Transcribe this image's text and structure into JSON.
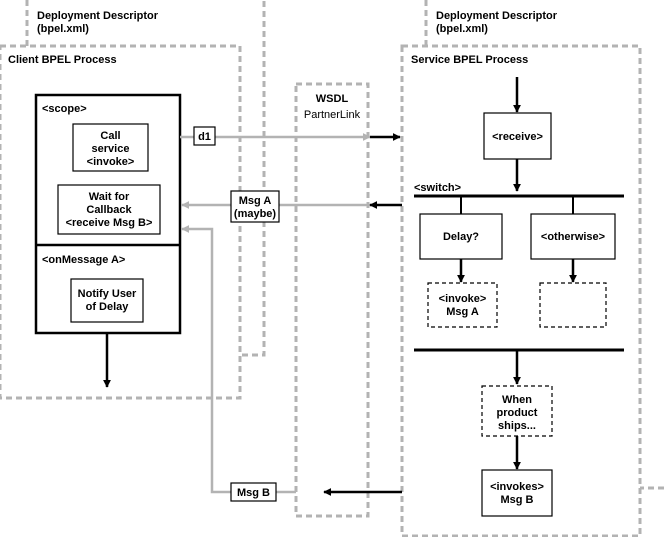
{
  "left_descriptor": {
    "line1": "Deployment Descriptor",
    "line2": "(bpel.xml)"
  },
  "right_descriptor": {
    "line1": "Deployment Descriptor",
    "line2": "(bpel.xml)"
  },
  "client": {
    "title": "Client BPEL Process",
    "scope_label": "<scope>",
    "call_service": [
      "Call",
      "service",
      "<invoke>"
    ],
    "wait_callback": [
      "Wait for",
      "Callback",
      "<receive Msg B>"
    ],
    "on_message_label": "<onMessage A>",
    "notify_user": [
      "Notify User",
      "of Delay"
    ]
  },
  "wsdl": {
    "title": "WSDL",
    "subtitle": "PartnerLink"
  },
  "service": {
    "title": "Service BPEL Process",
    "receive": "<receive>",
    "switch_label": "<switch>",
    "delay": "Delay?",
    "otherwise": "<otherwise>",
    "invoke_msg_a": [
      "<invoke>",
      "Msg A"
    ],
    "when_ships": [
      "When",
      "product",
      "ships..."
    ],
    "invokes_msg_b": [
      "<invokes>",
      "Msg B"
    ]
  },
  "messages": {
    "d1": "d1",
    "msg_a": [
      "Msg A",
      "(maybe)"
    ],
    "msg_b": "Msg B"
  },
  "colors": {
    "dashed_border": "#b3b3b3",
    "gray_arrow": "#b3b3b3",
    "black_arrow": "#000000"
  }
}
